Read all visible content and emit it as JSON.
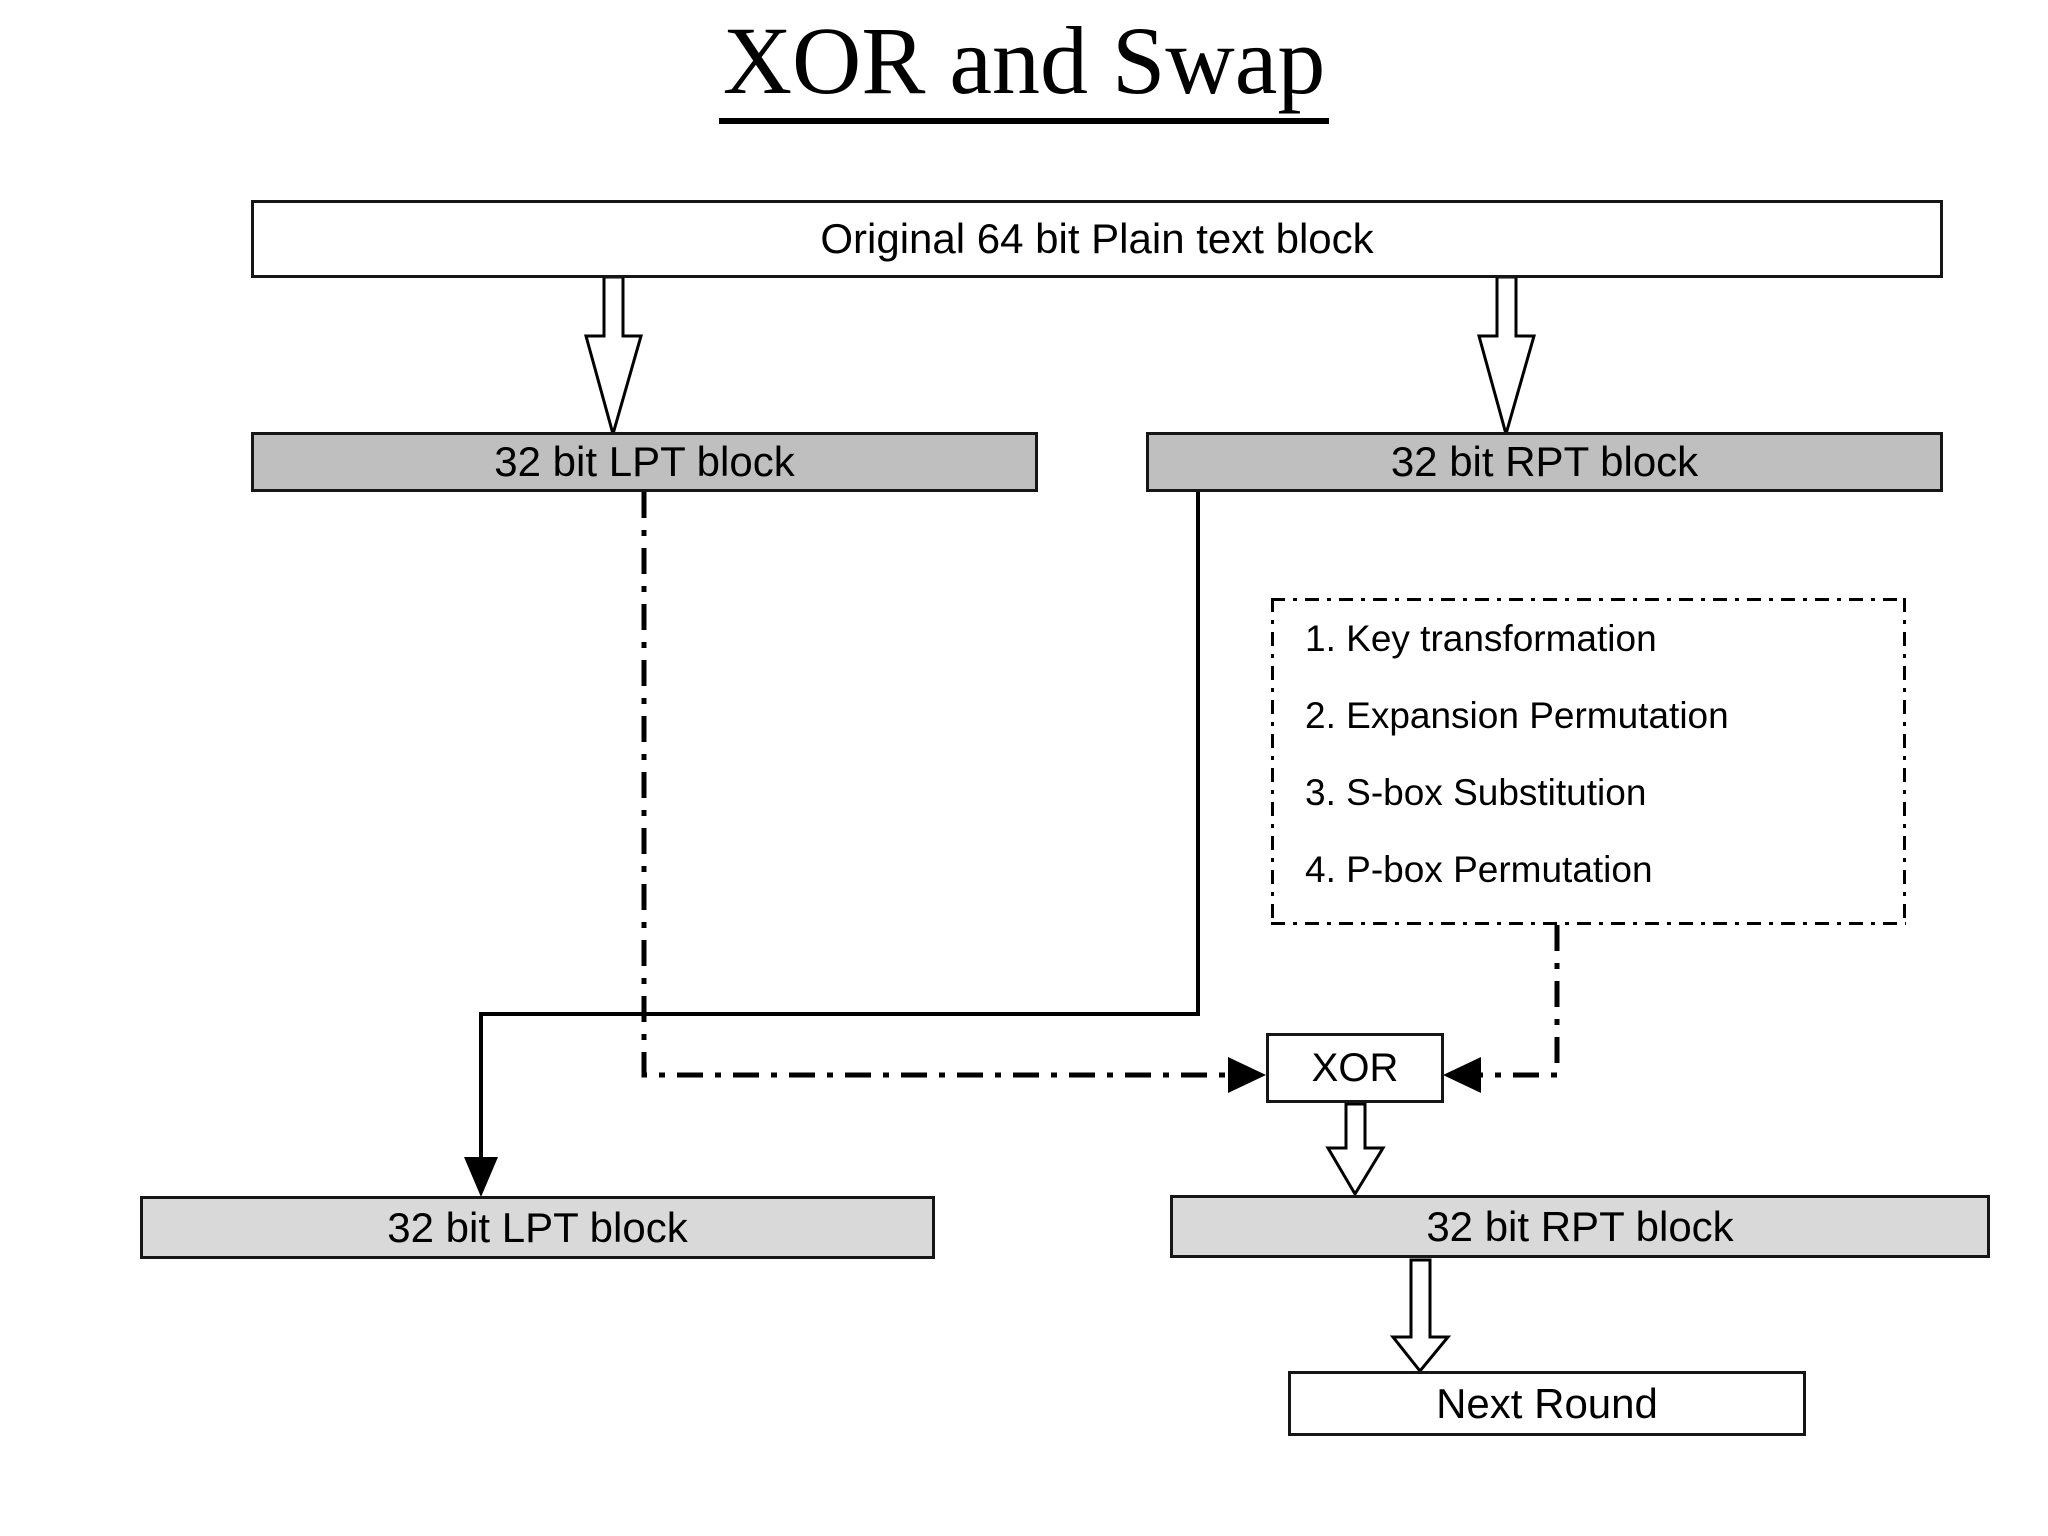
{
  "title": "XOR and Swap",
  "blocks": {
    "top_plain_text": "Original 64 bit Plain text block",
    "lpt_top": "32 bit LPT block",
    "rpt_top": "32 bit RPT block",
    "xor": "XOR",
    "lpt_bottom": "32 bit LPT block",
    "rpt_bottom": "32 bit RPT block",
    "next_round": "Next  Round"
  },
  "steps": [
    "1.  Key transformation",
    "2. Expansion Permutation",
    "3. S-box Substitution",
    "4. P-box Permutation"
  ],
  "colors": {
    "outline": "#161616",
    "fill_white": "#ffffff",
    "fill_gray_dark": "#bfbfbf",
    "fill_gray_light": "#d9d9d9",
    "text": "#000000"
  }
}
